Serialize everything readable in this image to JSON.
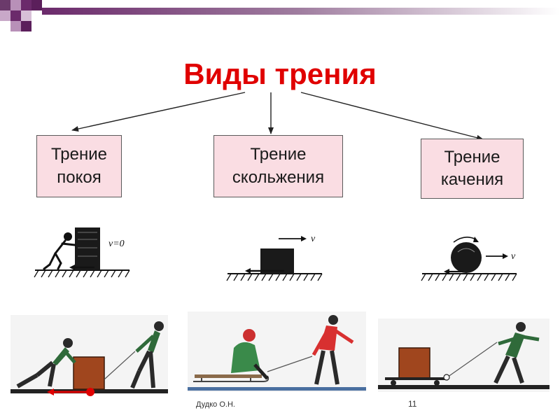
{
  "title": "Виды трения",
  "boxes": [
    {
      "label": "Трение\nпокоя"
    },
    {
      "label": "Трение\nскольжения"
    },
    {
      "label": "Трение\nкачения"
    }
  ],
  "diagram_labels": {
    "static_velocity": "v=0",
    "sliding_velocity": "v",
    "rolling_velocity": "v"
  },
  "footer": {
    "author": "Дудко О.Н.",
    "page": "11"
  },
  "colors": {
    "title": "#e00000",
    "box_fill": "#fadde3",
    "corner_purple": "#5b1f5b",
    "friction_arrow": "#e00000"
  }
}
